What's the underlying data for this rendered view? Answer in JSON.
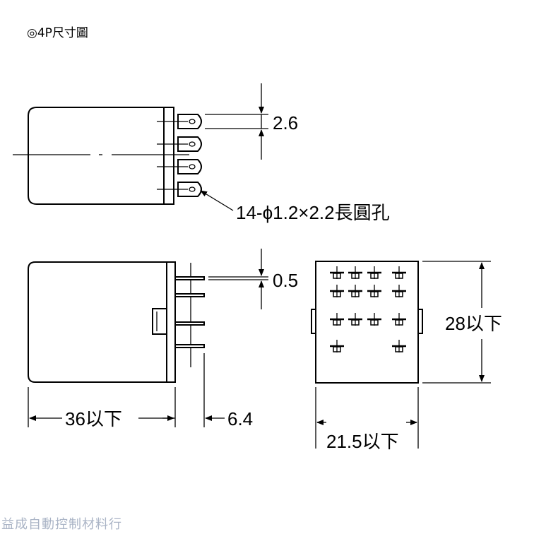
{
  "title": "◎4P尺寸圖",
  "dimensions": {
    "pin_pitch": "2.6",
    "hole_spec": "14-ϕ1.2×2.2長圓孔",
    "pin_thickness": "0.5",
    "body_length": "36以下",
    "pin_length": "6.4",
    "height": "28以下",
    "width": "21.5以下"
  },
  "watermark": "益成自動控制材料行"
}
